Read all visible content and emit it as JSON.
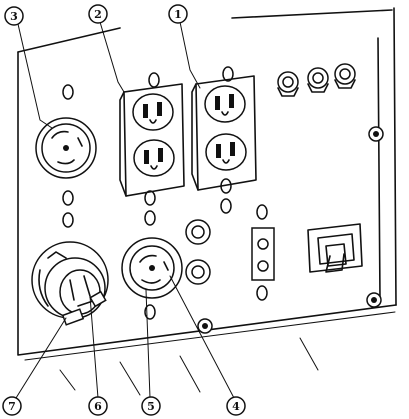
{
  "callouts": [
    {
      "id": "callout-1",
      "label": "1"
    },
    {
      "id": "callout-2",
      "label": "2"
    },
    {
      "id": "callout-3",
      "label": "3"
    },
    {
      "id": "callout-4",
      "label": "4"
    },
    {
      "id": "callout-5",
      "label": "5"
    },
    {
      "id": "callout-6",
      "label": "6"
    },
    {
      "id": "callout-7",
      "label": "7"
    }
  ],
  "colors": {
    "line": "#111111",
    "background": "#ffffff"
  }
}
